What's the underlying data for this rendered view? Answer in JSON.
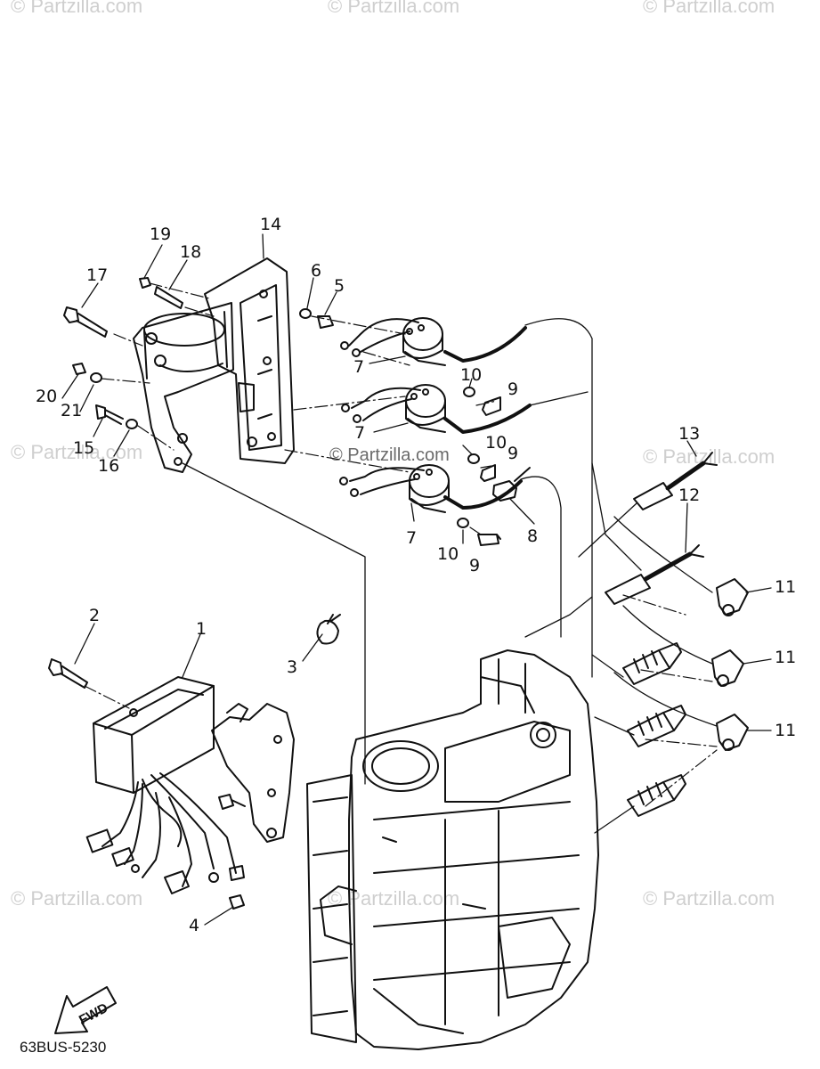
{
  "watermarks": {
    "text": "© Partzilla.com",
    "center": "© Partzilla.com"
  },
  "diagram_code": "63BUS-5230",
  "fwd_label": "FWD",
  "callouts": {
    "c1": "1",
    "c2": "2",
    "c3": "3",
    "c4": "4",
    "c5": "5",
    "c6": "6",
    "c7a": "7",
    "c7b": "7",
    "c7c": "7",
    "c8": "8",
    "c9a": "9",
    "c9b": "9",
    "c9c": "9",
    "c10a": "10",
    "c10b": "10",
    "c10c": "10",
    "c11a": "11",
    "c11b": "11",
    "c11c": "11",
    "c12": "12",
    "c13": "13",
    "c14": "14",
    "c15": "15",
    "c16": "16",
    "c17": "17",
    "c18": "18",
    "c19": "19",
    "c20": "20",
    "c21": "21"
  },
  "colors": {
    "line": "#111111",
    "watermark": "#cfcfcf"
  }
}
